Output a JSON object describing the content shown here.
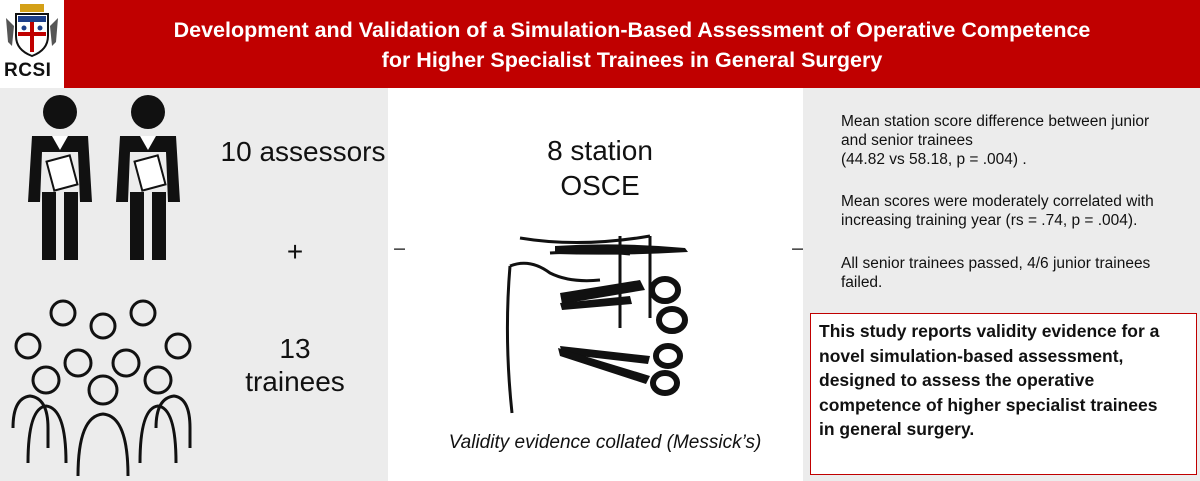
{
  "header": {
    "logo_text": "RCSI",
    "title_line1": "Development and Validation of a Simulation-Based Assessment of Operative Competence",
    "title_line2": "for Higher Specialist Trainees in General Surgery",
    "bar_color": "#c00000"
  },
  "left": {
    "assessors": "10 assessors",
    "plus": "+",
    "trainees_count": "13",
    "trainees_label": "trainees",
    "icons": [
      "assessor-person-icon",
      "trainees-group-icon"
    ]
  },
  "middle": {
    "osce_line1": "8 station",
    "osce_line2": "OSCE",
    "icon": "surgical-instruments-icon",
    "caption": "Validity evidence collated (Messick’s)"
  },
  "arrows": {
    "glyph": "→"
  },
  "right": {
    "finding1_line1": "Mean station score difference between junior",
    "finding1_line2": "and senior trainees",
    "finding1_line3": "(44.82 vs 58.18, p = .004) .",
    "finding2_line1": "Mean scores were moderately correlated with",
    "finding2_line2": "increasing training year (rs  = .74, p = .004).",
    "finding3_line1": "All senior trainees passed, 4/6 junior trainees",
    "finding3_line2": "failed.",
    "conclusion_lines": [
      "This study reports validity  evidence for a",
      "novel simulation-based assessment,",
      "designed to assess the operative",
      "competence of higher specialist trainees",
      "in general surgery."
    ]
  }
}
